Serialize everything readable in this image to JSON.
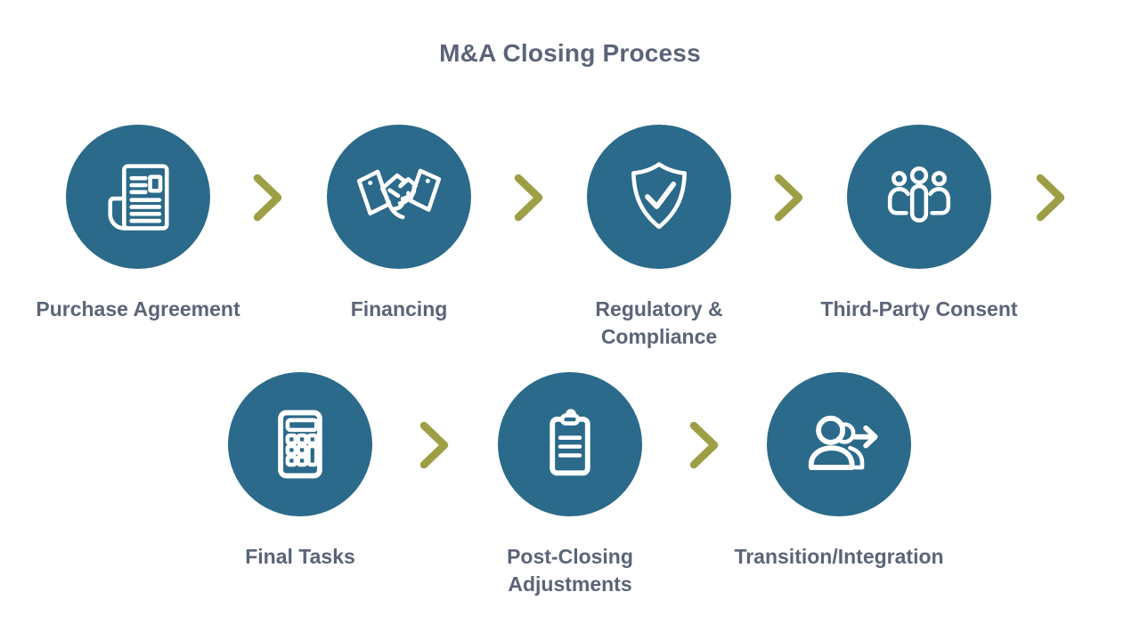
{
  "title": "M&A Closing Process",
  "colors": {
    "background": "#ffffff",
    "circle": "#2b6a8a",
    "icon": "#ffffff",
    "chevron": "#9e9e46",
    "text": "#5b6478"
  },
  "rows": [
    {
      "steps": [
        {
          "label": "Purchase Agreement",
          "icon": "newspaper-icon"
        },
        {
          "label": "Financing",
          "icon": "handshake-icon"
        },
        {
          "label": "Regulatory & Compliance",
          "icon": "shield-check-icon"
        },
        {
          "label": "Third-Party Consent",
          "icon": "people-group-icon"
        }
      ],
      "trailing_chevron": true
    },
    {
      "steps": [
        {
          "label": "Final Tasks",
          "icon": "calculator-icon"
        },
        {
          "label": "Post-Closing Adjustments",
          "icon": "clipboard-icon"
        },
        {
          "label": "Transition/Integration",
          "icon": "person-transition-icon"
        }
      ],
      "trailing_chevron": false
    }
  ]
}
